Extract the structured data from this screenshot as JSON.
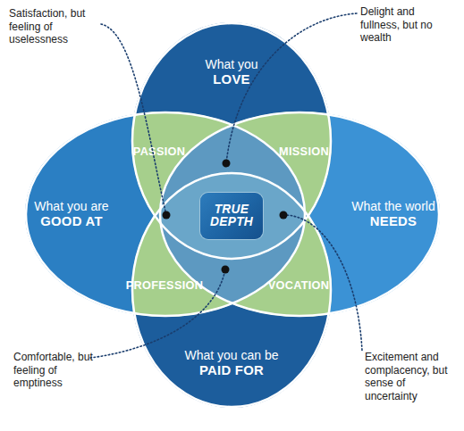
{
  "diagram": {
    "nodes": [
      {
        "text": [
          "What you LOVE"
        ]
      },
      {
        "text": [
          "What you are GOOD AT"
        ]
      },
      {
        "text": [
          "What the world NEEDS"
        ]
      },
      {
        "text": [
          "What you can be PAID FOR"
        ]
      },
      {
        "text": [
          "PASSION"
        ]
      },
      {
        "text": [
          "MISSION"
        ]
      },
      {
        "text": [
          "TRUE DEPTH"
        ]
      },
      {
        "text": [
          "PROFESSION"
        ]
      },
      {
        "text": [
          "VOCATION"
        ]
      }
    ],
    "labels": [
      "Satisfaction, but feeling of uselessness",
      "Delight and fullness, but no wealth",
      "Comfortable, but feeling of emptiness",
      "Excitement and complacency, but sense of uncertainty"
    ]
  }
}
